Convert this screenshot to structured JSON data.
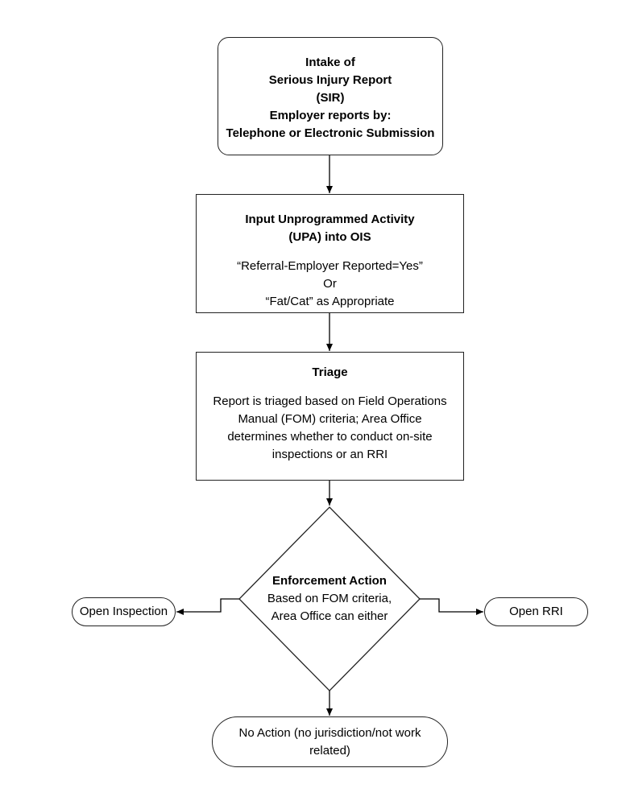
{
  "intake": {
    "title_line1": "Intake of",
    "title_line2": "Serious Injury Report",
    "title_line3": "(SIR)",
    "title_line4": "Employer reports by:",
    "title_line5": "Telephone or Electronic Submission"
  },
  "upa": {
    "title_line1": "Input Unprogrammed Activity",
    "title_line2": "(UPA) into OIS",
    "text_line1": "“Referral-Employer Reported=Yes”",
    "text_line2": "Or",
    "text_line3": "“Fat/Cat” as Appropriate"
  },
  "triage": {
    "title": "Triage",
    "text_line1": "Report is triaged based on Field Operations",
    "text_line2": "Manual (FOM) criteria; Area Office",
    "text_line3": "determines whether to conduct on-site",
    "text_line4": "inspections or an RRI"
  },
  "enforcement": {
    "title": "Enforcement Action",
    "text_line1": "Based on FOM criteria,",
    "text_line2": "Area Office can either"
  },
  "outcomes": {
    "open_inspection": "Open Inspection",
    "open_rri": "Open RRI",
    "no_action_line1": "No Action (no jurisdiction/not work",
    "no_action_line2": "related)"
  }
}
